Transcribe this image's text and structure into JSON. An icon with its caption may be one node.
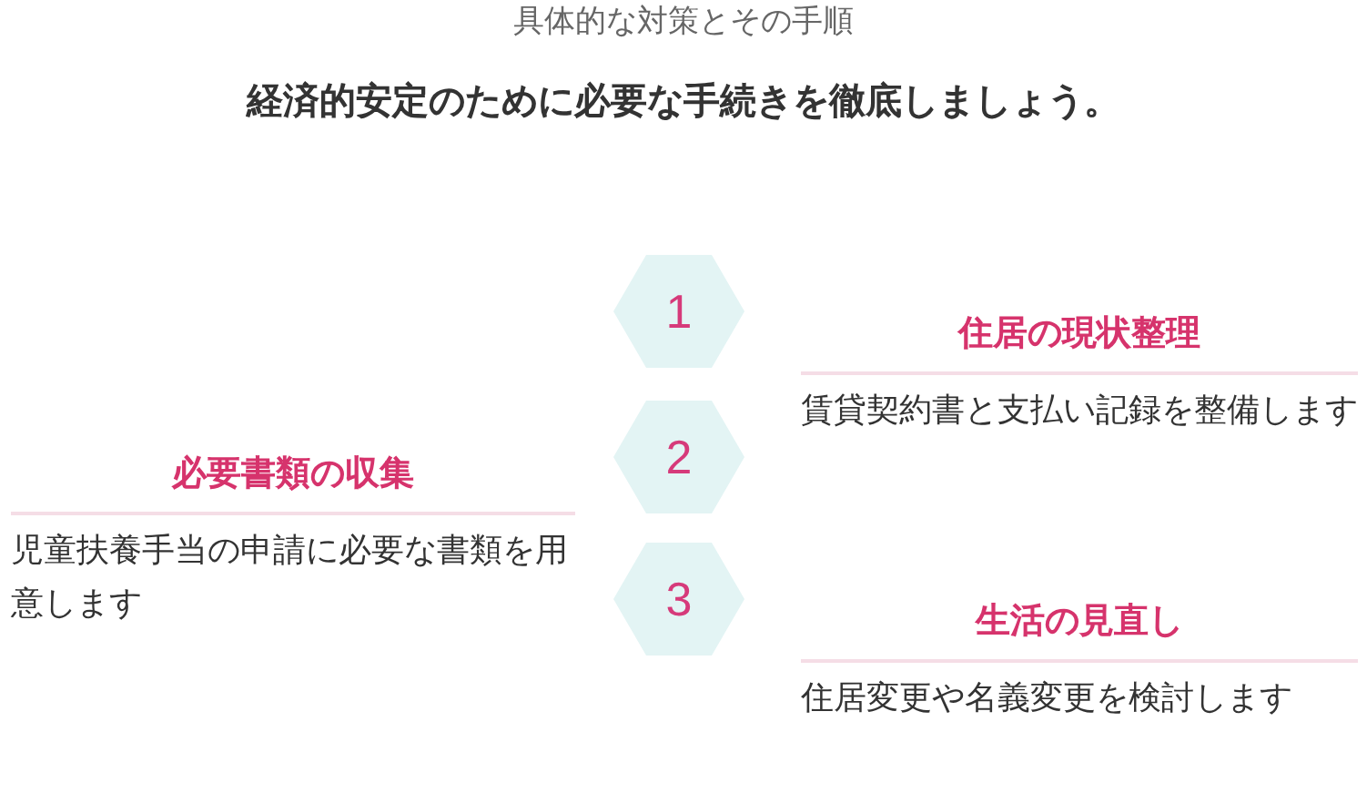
{
  "diagram": {
    "title": "経済的安定のために必要な手続きを徹底しましょう。",
    "nodes": [
      {
        "text": [
          "1"
        ]
      },
      {
        "text": [
          "住居の現状整理",
          "賃貸契約書と支払い記録を整備します"
        ]
      },
      {
        "text": [
          "2"
        ]
      },
      {
        "text": [
          "必要書類の収集",
          "児童扶養手当の申請に必要な書類を用意します"
        ]
      },
      {
        "text": [
          "3"
        ]
      },
      {
        "text": [
          "生活の見直し",
          "住居変更や名義変更を検討します"
        ]
      }
    ],
    "labels": [
      "具体的な対策とその手順"
    ]
  }
}
